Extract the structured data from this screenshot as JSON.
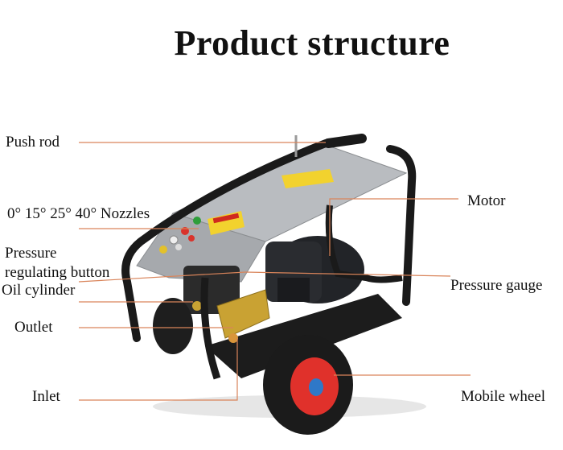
{
  "title": "Product structure",
  "labels": {
    "push_rod": "Push rod",
    "nozzles": "0° 15° 25° 40° Nozzles",
    "pressure_regulating_button_1": "Pressure",
    "pressure_regulating_button_2": "regulating button",
    "oil_cylinder": "Oil cylinder",
    "outlet": "Outlet",
    "inlet": "Inlet",
    "motor": "Motor",
    "pressure_gauge": "Pressure gauge",
    "mobile_wheel": "Mobile wheel"
  },
  "colors": {
    "leader_line": "#d9845a",
    "frame": "#1a1a1a",
    "panel": "#b9bcc0",
    "motor": "#222428",
    "pump_brass": "#c9a233",
    "wheel_hub": "#e0312b",
    "hub_center": "#2f78c8",
    "warning_label": "#f2d22e"
  }
}
